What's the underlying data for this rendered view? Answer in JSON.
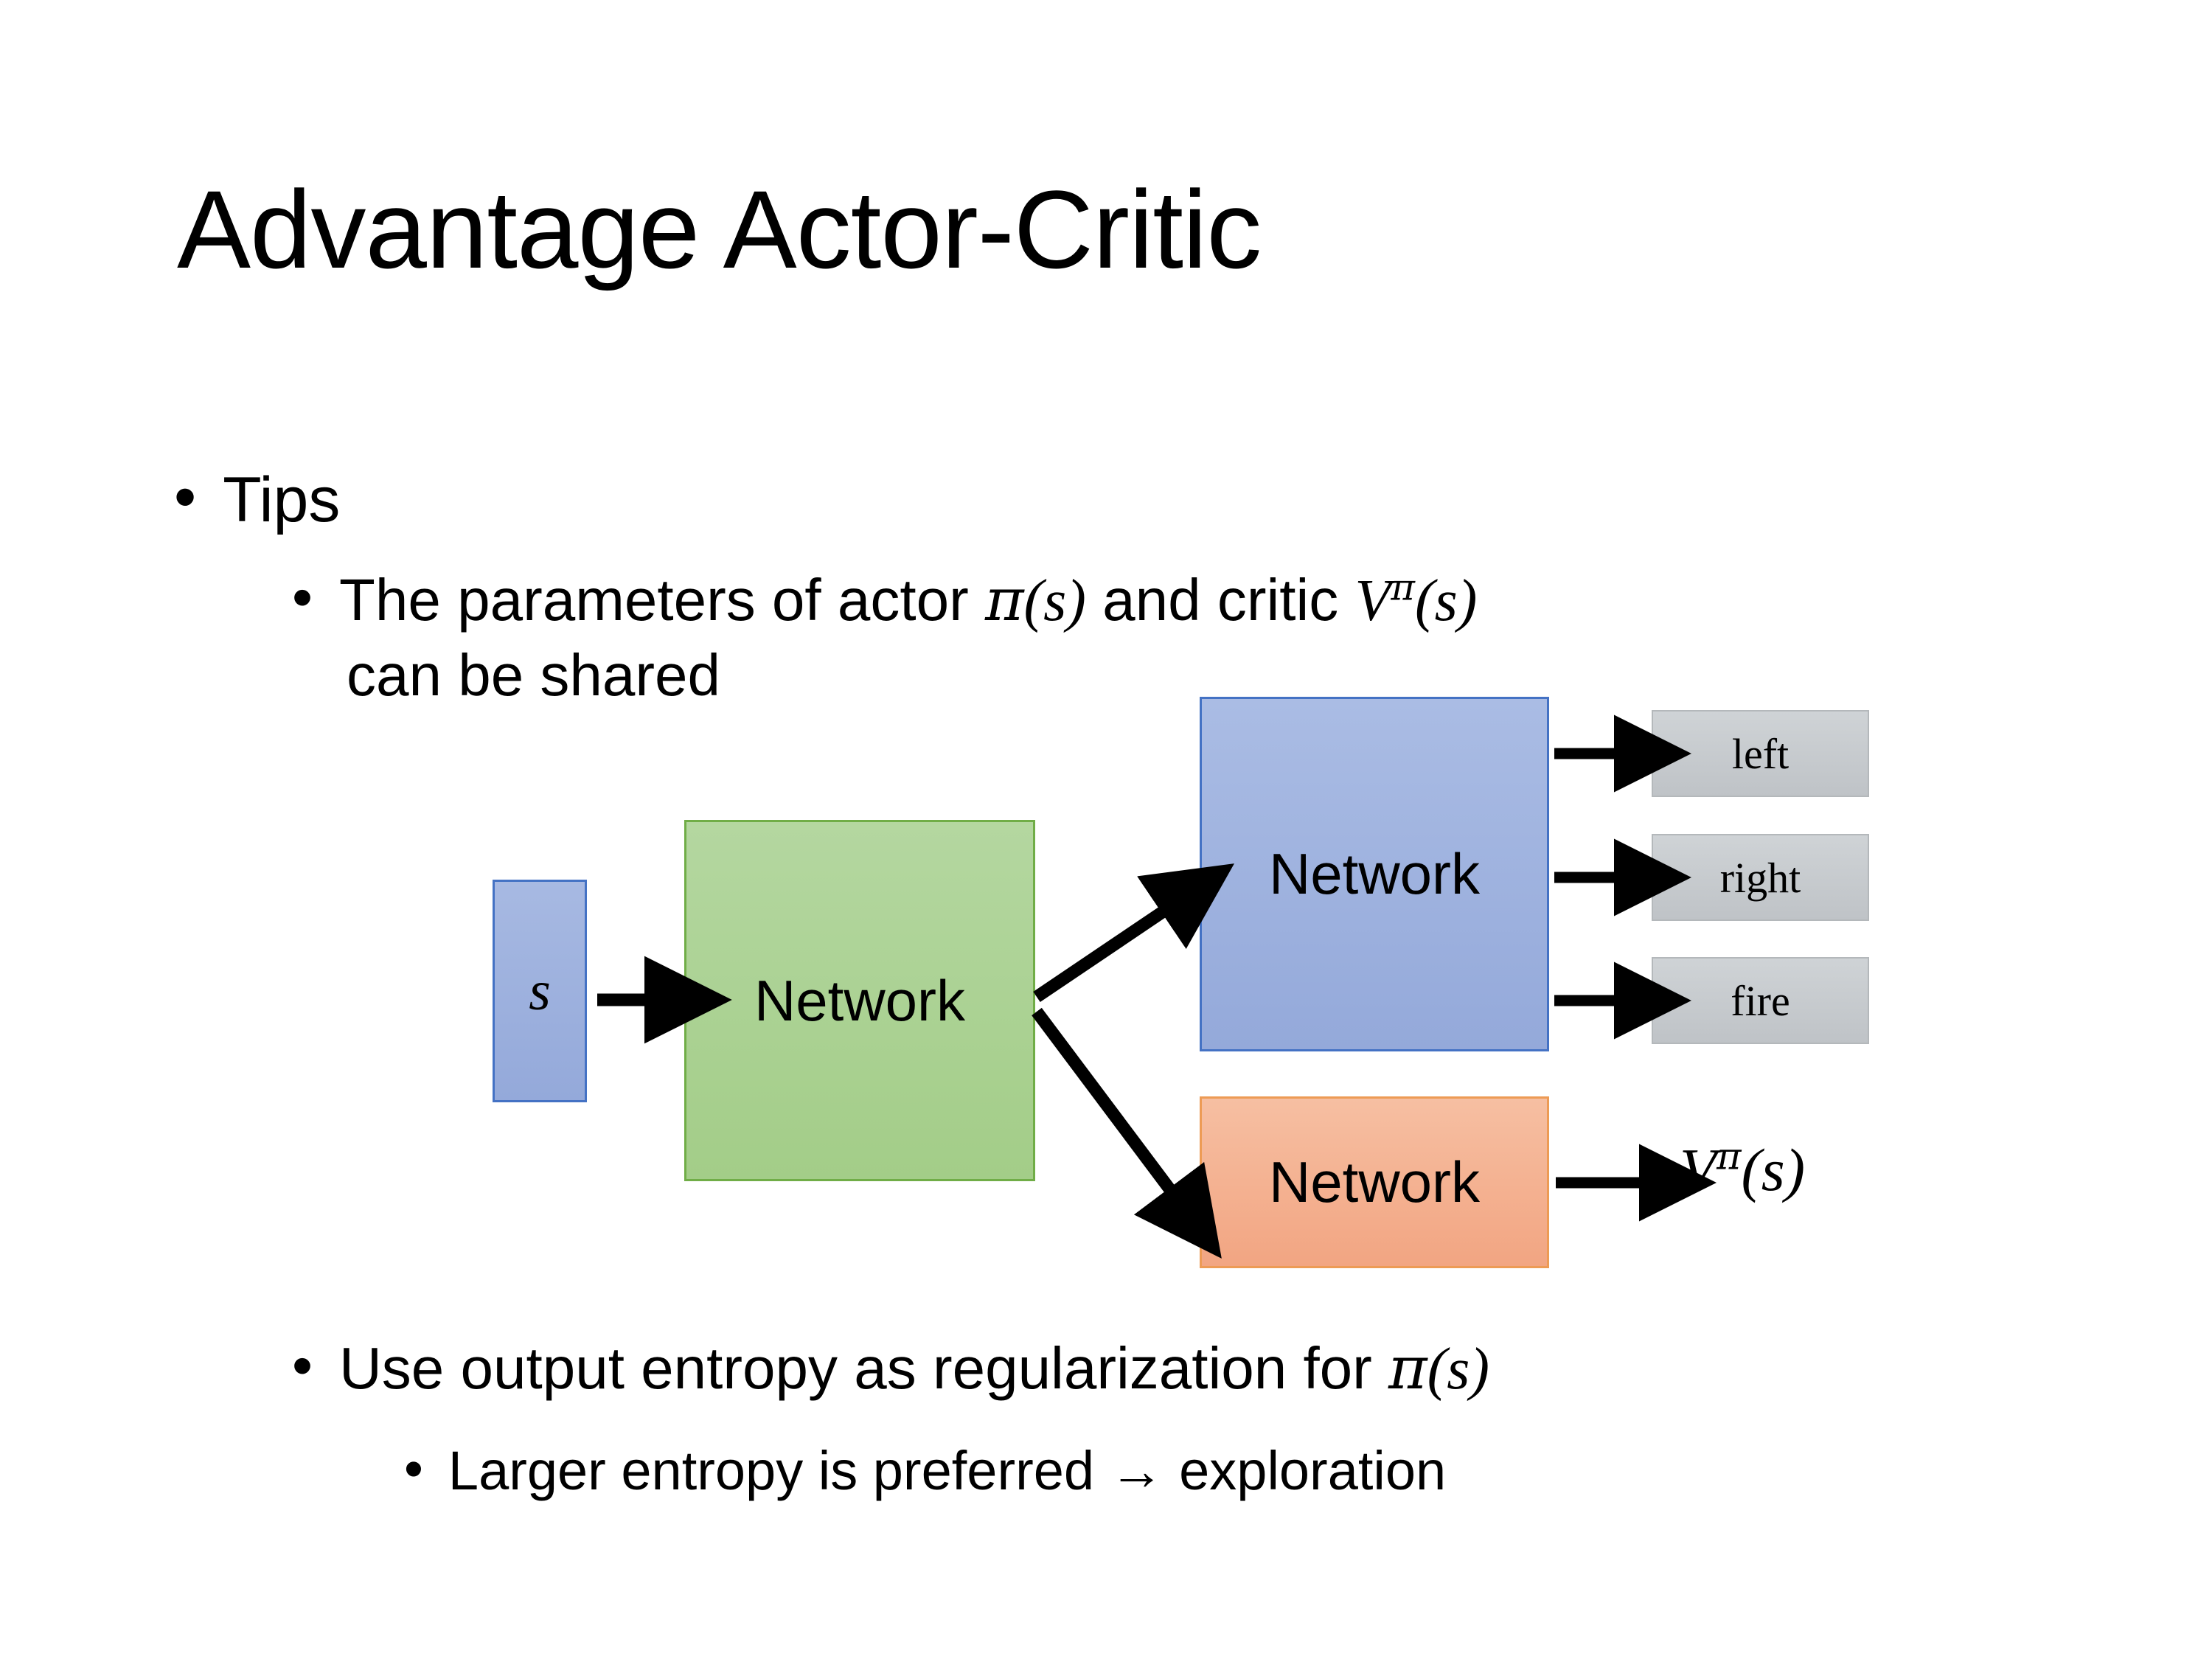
{
  "slide": {
    "title": "Advantage Actor-Critic",
    "background_color": "#FFFFFF",
    "text_color": "#000000"
  },
  "bullets": {
    "level1": {
      "text": "Tips"
    },
    "level2": {
      "line1_pre": "The parameters of actor ",
      "line1_math1_pi": "π",
      "line1_math1_arg": "(s)",
      "line1_mid": "  and critic ",
      "line1_math2_V": "V",
      "line1_math2_sup": "π",
      "line1_math2_arg": "(s)",
      "line2": "can be shared"
    },
    "entropy": {
      "pre": "Use output entropy as regularization for ",
      "math_pi": "π",
      "math_arg": "(s)"
    },
    "exploration": {
      "text": "Larger entropy is preferred → exploration"
    }
  },
  "diagram": {
    "input_box": {
      "label": "s",
      "fill": "#9DB4DE",
      "border": "#4472C4"
    },
    "shared_network": {
      "label": "Network",
      "fill": "#A9D18E",
      "border": "#70AD47"
    },
    "actor_network": {
      "label": "Network",
      "fill": "#9DB4DE",
      "border": "#4472C4"
    },
    "critic_network": {
      "label": "Network",
      "fill": "#F4A582",
      "border": "#ED9B55"
    },
    "actions": [
      {
        "label": "left",
        "fill": "#C8CCCF"
      },
      {
        "label": "right",
        "fill": "#C8CCCF"
      },
      {
        "label": "fire",
        "fill": "#C8CCCF"
      }
    ],
    "value_output": {
      "V": "V",
      "sup": "π",
      "arg": "(s)"
    },
    "arrows": [
      {
        "name": "s-to-shared"
      },
      {
        "name": "shared-to-actor"
      },
      {
        "name": "shared-to-critic"
      },
      {
        "name": "actor-to-left"
      },
      {
        "name": "actor-to-right"
      },
      {
        "name": "actor-to-fire"
      },
      {
        "name": "critic-to-value"
      }
    ]
  }
}
